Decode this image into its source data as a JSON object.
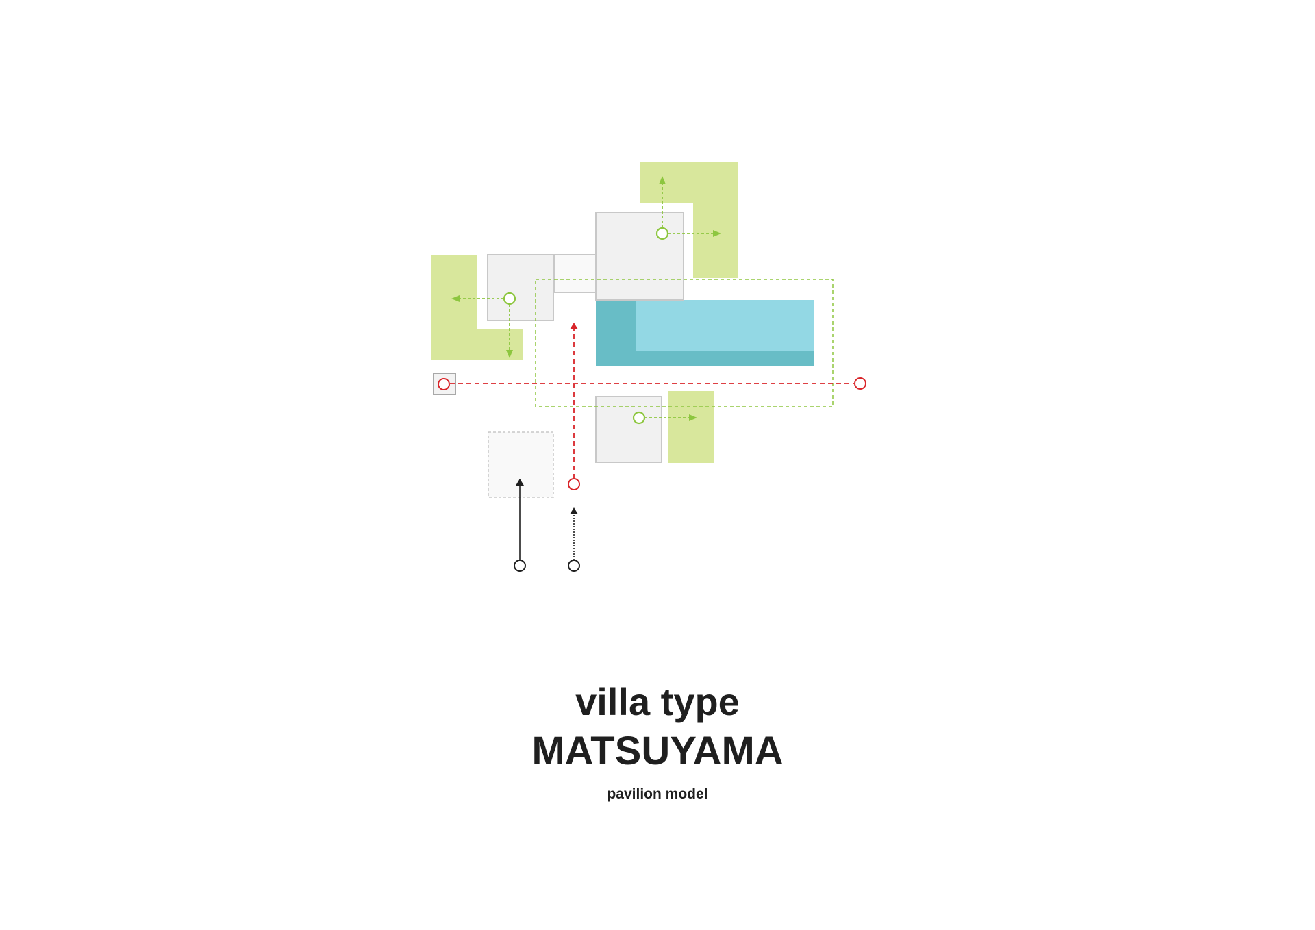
{
  "caption": {
    "line1": "villa type",
    "line2": "MATSUYAMA",
    "subtitle": "pavilion model"
  },
  "colors": {
    "garden_green": "#d8e79c",
    "garden_path_green": "#8dc63f",
    "room_fill": "#f1f1f1",
    "room_fill_light": "#f9f9f9",
    "room_stroke": "#c8c8c8",
    "pool_light": "#93d8e4",
    "pool_dark": "#68bdc6",
    "main_axis_red": "#d9252a",
    "entry_black": "#1f1f1f",
    "text": "#1f1f1f"
  },
  "icons": {
    "node": "open-circle-node",
    "arrow": "triangle-arrowhead"
  }
}
